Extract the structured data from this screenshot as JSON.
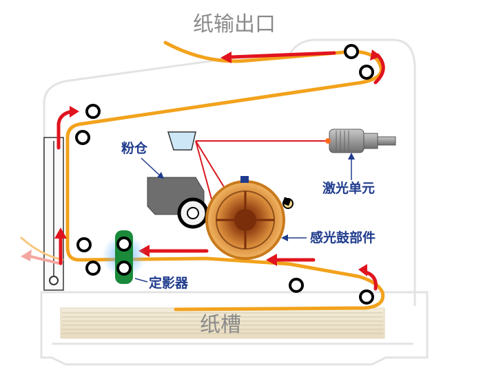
{
  "labels": {
    "paper_output": "纸输出口",
    "toner_hopper": "粉仓",
    "laser_unit": "激光单元",
    "drum_unit": "感光鼓部件",
    "fuser": "定影器",
    "paper_tray": "纸槽"
  },
  "colors": {
    "paper_path": "#f2a21c",
    "flow_arrow": "#e0141e",
    "laser_beam": "#d9191f",
    "label_text": "#1f3b8c",
    "gray_label": "#8a8a8a",
    "fuser_green": "#1a8a3a",
    "drum_outer": "#e8a33a",
    "drum_inner": "#8a3d12"
  },
  "icons": {
    "roller": "roller-icon",
    "toner": "toner-hopper-icon",
    "laser": "laser-unit-icon",
    "drum": "photosensitive-drum-icon"
  }
}
